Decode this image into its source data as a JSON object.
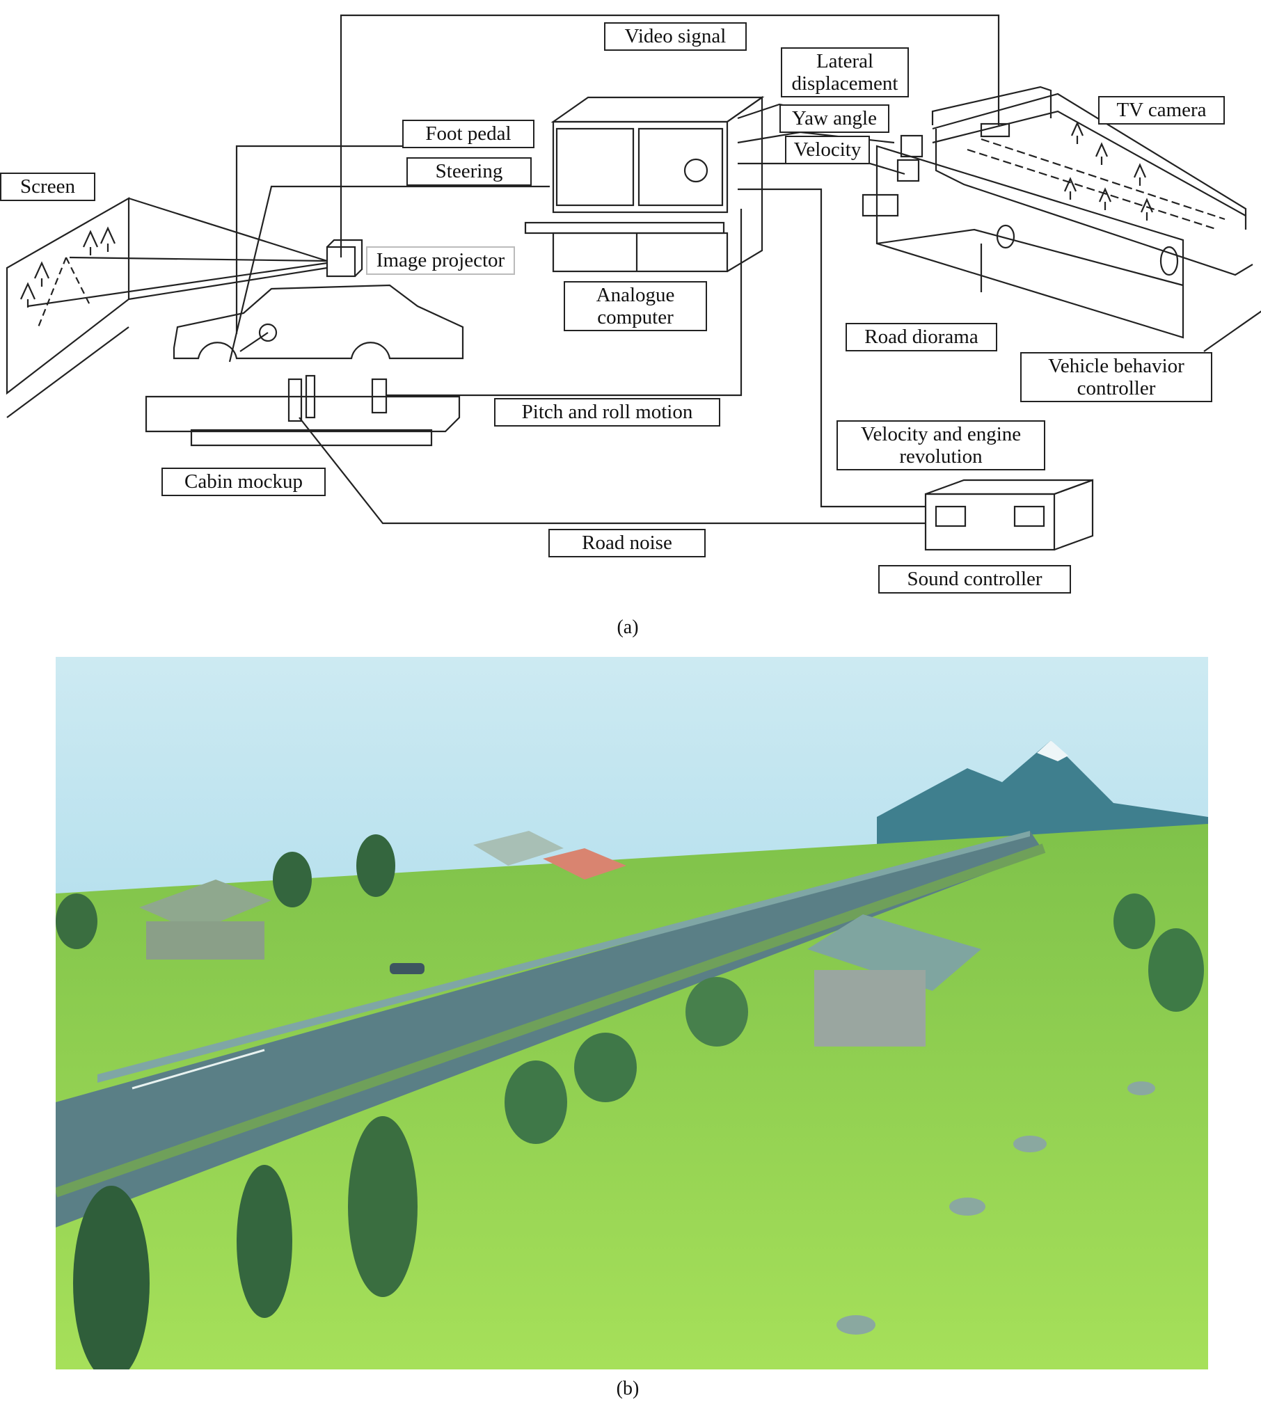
{
  "diagram": {
    "labels": {
      "video_signal": "Video signal",
      "lateral_displacement": "Lateral displacement",
      "yaw_angle": "Yaw angle",
      "velocity": "Velocity",
      "tv_camera": "TV camera",
      "foot_pedal": "Foot pedal",
      "steering": "Steering",
      "screen": "Screen",
      "image_projector": "Image projector",
      "analogue_computer": "Analogue computer",
      "road_diorama": "Road diorama",
      "vehicle_behavior_controller": "Vehicle behavior controller",
      "pitch_and_roll_motion": "Pitch and roll motion",
      "velocity_and_engine_revolution": "Velocity and engine revolution",
      "cabin_mockup": "Cabin mockup",
      "road_noise": "Road noise",
      "sound_controller": "Sound controller"
    },
    "caption": "(a)"
  },
  "photo": {
    "caption": "(b)",
    "colors": {
      "sky": "#a9dcef",
      "mountain": "#3f7f8e",
      "grass": "#8fd24a",
      "road": "#5a7f86",
      "tree": "#2f6a3a"
    }
  }
}
